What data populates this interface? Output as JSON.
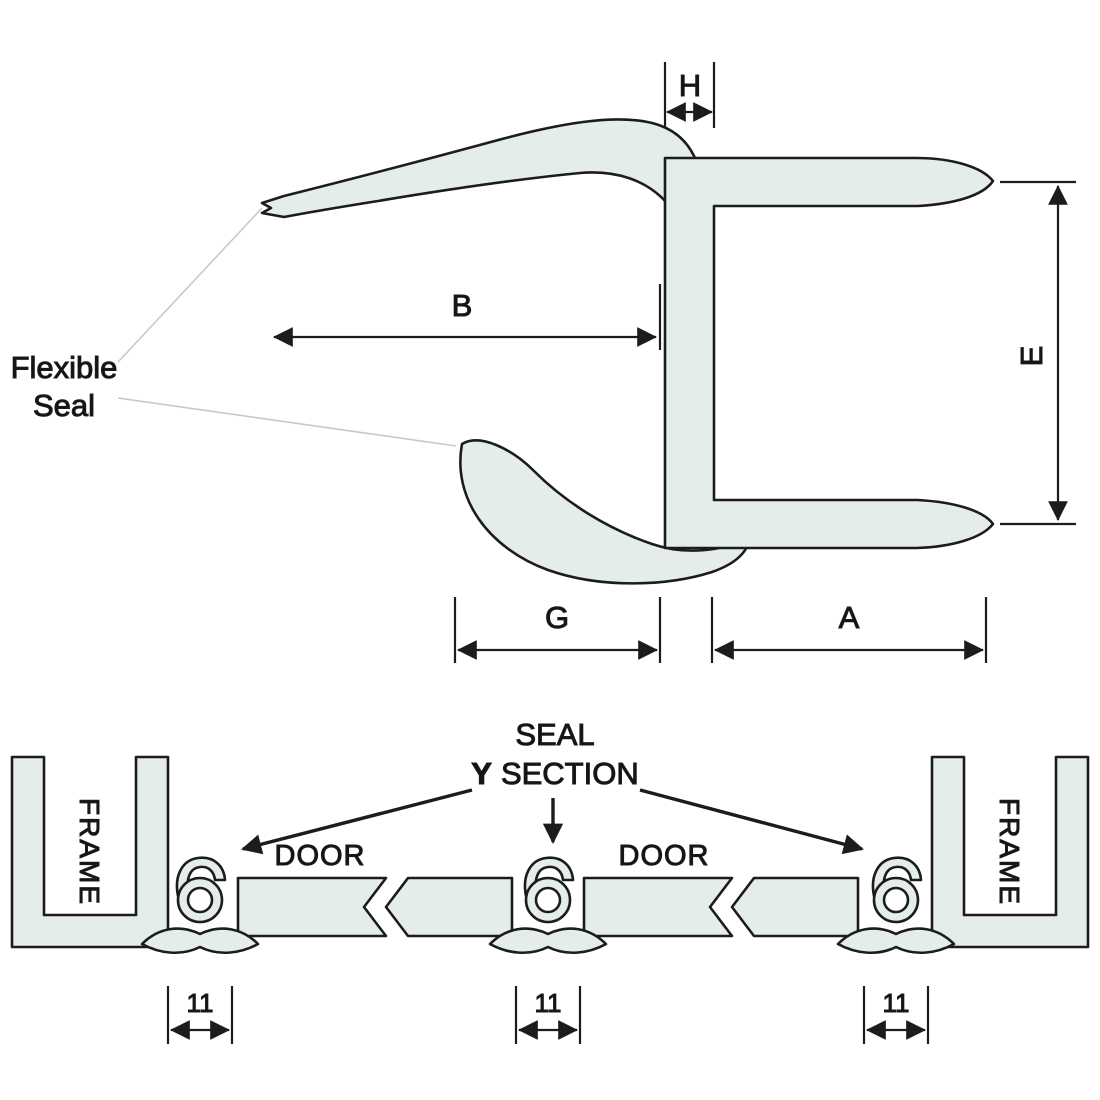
{
  "colors": {
    "profile_fill": "#e4ede9",
    "line": "#1c1c1c",
    "leader": "#c8c8c8"
  },
  "top": {
    "flexible_seal_label": {
      "line1": "Flexible",
      "line2": "Seal"
    },
    "dims": {
      "h": "H",
      "b": "B",
      "e": "E",
      "g": "G",
      "a": "A"
    }
  },
  "bottom": {
    "seal_label": {
      "line1": "SEAL",
      "bold": "Y",
      "rest": "SECTION"
    },
    "frames": [
      "FRAME",
      "FRAME"
    ],
    "doors": [
      "DOOR",
      "DOOR"
    ],
    "seal_dims": [
      "11",
      "11",
      "11"
    ]
  }
}
